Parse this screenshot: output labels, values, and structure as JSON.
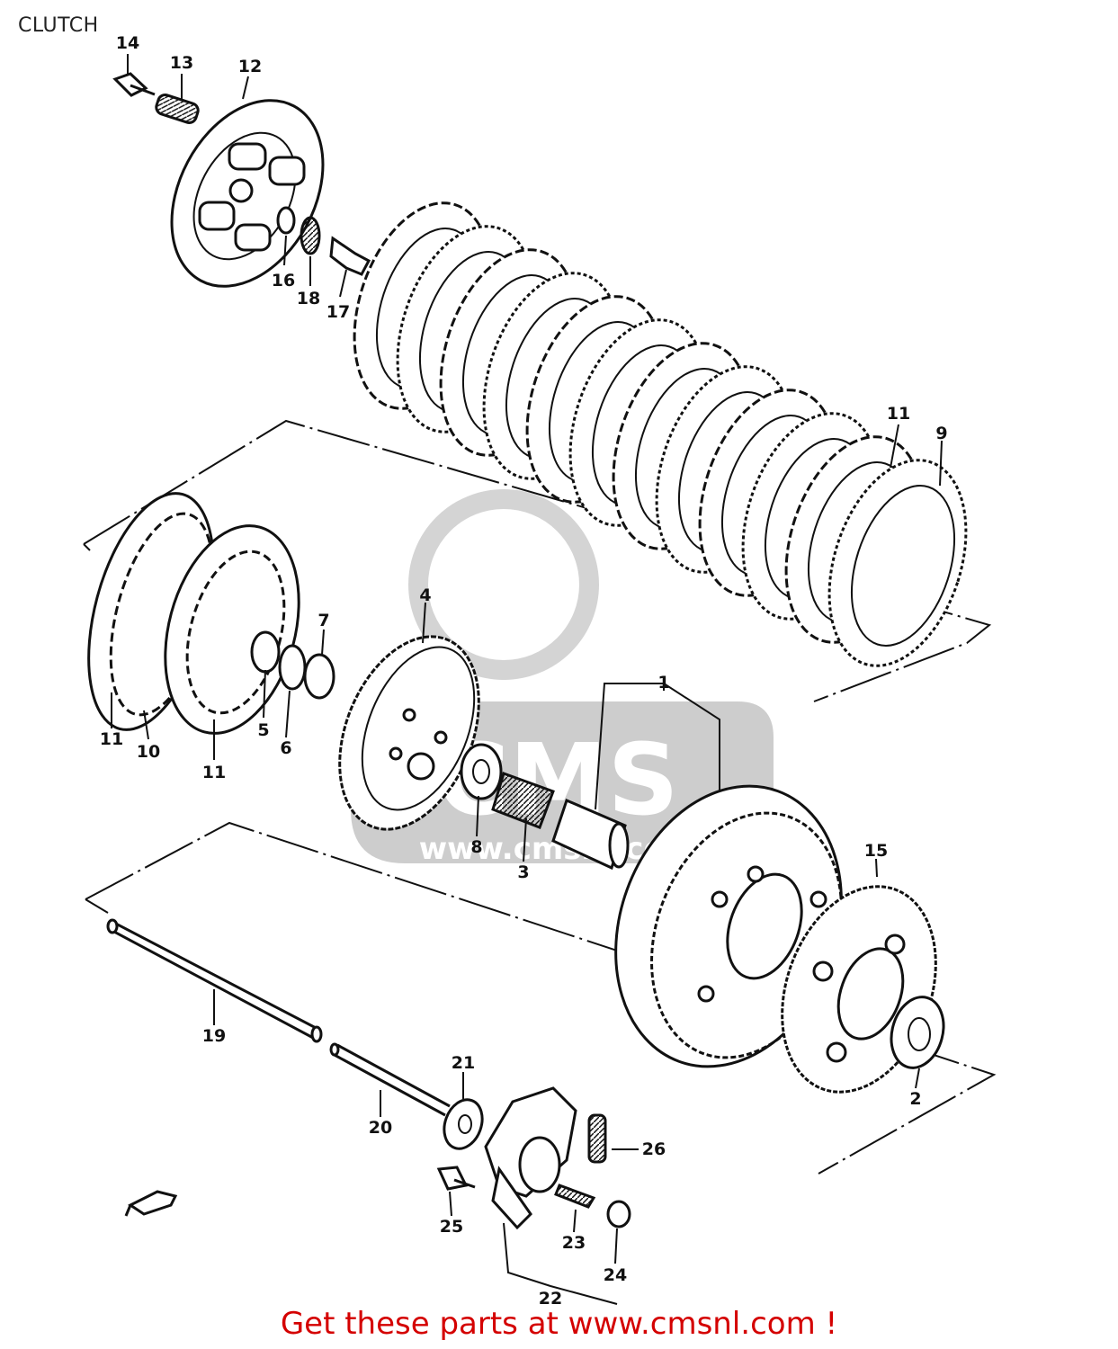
{
  "title": "CLUTCH",
  "footer": "Get these parts at www.cmsnl.com !",
  "watermark": {
    "brand": "CMS",
    "site": "www.cmsnl.com"
  },
  "part_labels": {
    "p1": "1",
    "p2": "2",
    "p3": "3",
    "p4": "4",
    "p5": "5",
    "p6": "6",
    "p7": "7",
    "p8": "8",
    "p9": "9",
    "p10": "10",
    "p11a": "11",
    "p11b": "11",
    "p11c": "11",
    "p12": "12",
    "p13": "13",
    "p14": "14",
    "p15": "15",
    "p16": "16",
    "p17": "17",
    "p18": "18",
    "p19": "19",
    "p20": "20",
    "p21": "21",
    "p22": "22",
    "p23": "23",
    "p24": "24",
    "p25": "25",
    "p26": "26"
  },
  "colors": {
    "lines": "#111111",
    "footer": "#d40000",
    "watermark": "#c8c8c8"
  }
}
